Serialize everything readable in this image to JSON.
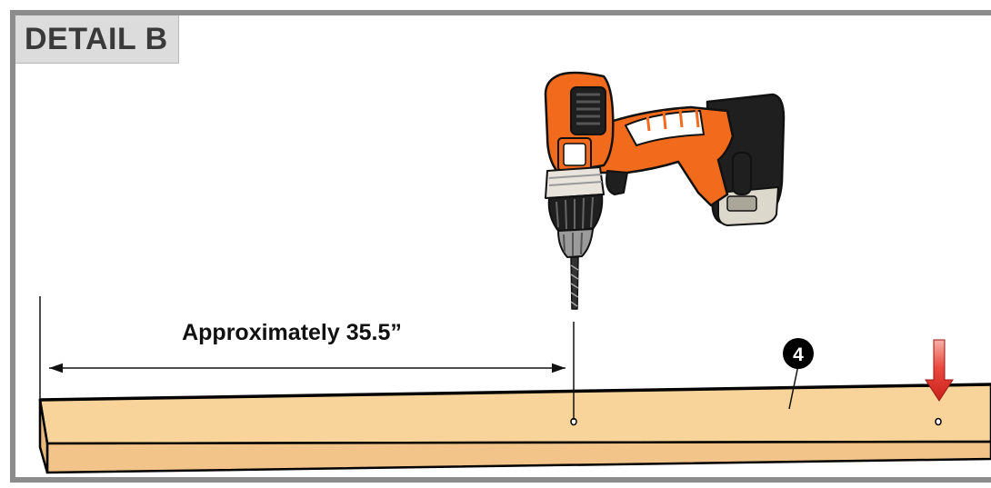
{
  "title": "DETAIL B",
  "measurement": {
    "label": "Approximately 35.5”"
  },
  "part_callout": {
    "number": "4"
  },
  "icons": {
    "tool": "cordless-drill-icon",
    "marker": "red-down-arrow-icon"
  },
  "colors": {
    "frame": "#8c8c8c",
    "label_background": "#dcdcdc",
    "board": "#f9d49a",
    "drill_orange": "#f26a1b",
    "drill_black": "#1f1f1f",
    "arrow_red": "#e5322b"
  }
}
